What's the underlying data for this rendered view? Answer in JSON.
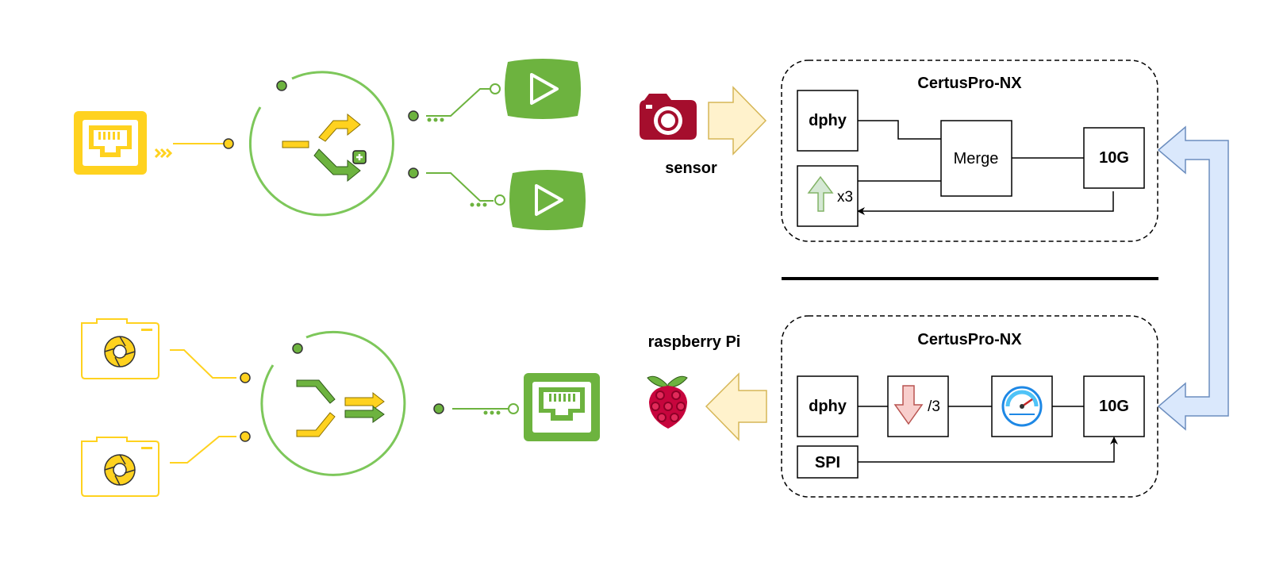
{
  "top_panel": {
    "title": "CertusPro-NX",
    "dphy_label": "dphy",
    "merge_label": "Merge",
    "ten_g_label": "10G",
    "upscale_label": "x3"
  },
  "bottom_panel": {
    "title": "CertusPro-NX",
    "dphy_label": "dphy",
    "downscale_label": "/3",
    "ten_g_label": "10G",
    "spi_label": "SPI"
  },
  "sensor_label": "sensor",
  "raspberry_label": "raspberry Pi",
  "icons": {
    "ethernet_in": "ethernet-port-icon",
    "splitter": "stream-split-icon",
    "play_top": "play-output-icon",
    "play_bottom": "play-output-icon",
    "camera_top": "camera-icon",
    "camera_bottom": "camera-icon",
    "merger": "stream-merge-icon",
    "ethernet_out": "ethernet-port-icon",
    "sensor": "photo-camera-icon",
    "raspberry": "raspberry-pi-icon",
    "gauge": "speed-gauge-icon"
  },
  "colors": {
    "yellow": "#FFD21F",
    "green": "#6DB33F",
    "light_green": "#7DC75A",
    "blue_arrow": "#DAE8FC",
    "blue_stroke": "#6C8EBF",
    "beige_arrow": "#FFF2CC",
    "beige_stroke": "#D6B656",
    "camera_red": "#A50E2D"
  }
}
